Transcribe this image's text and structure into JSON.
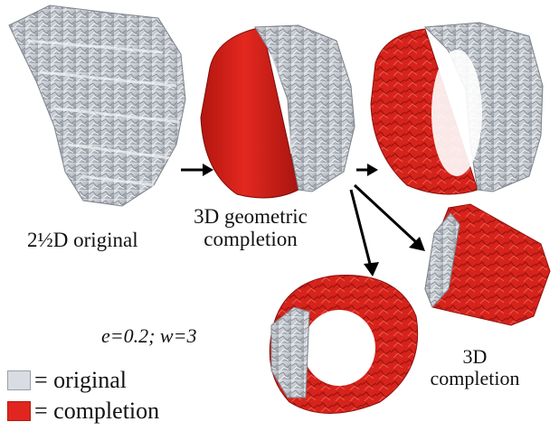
{
  "labels": {
    "original": "2½D original",
    "geo_line1": "3D geometric",
    "geo_line2": "completion",
    "params": "e=0.2; w=3",
    "completion_line1": "3D",
    "completion_line2": "completion"
  },
  "legend": [
    {
      "text": "= original",
      "color": "#d9dde3"
    },
    {
      "text": "= completion",
      "color": "#e0261f"
    }
  ],
  "colors": {
    "mesh_gray": "#c8ccd2",
    "mesh_gray_dark": "#8e939b",
    "completion_red": "#d8231c",
    "completion_red_dark": "#9c1410",
    "arrow": "#000000"
  }
}
